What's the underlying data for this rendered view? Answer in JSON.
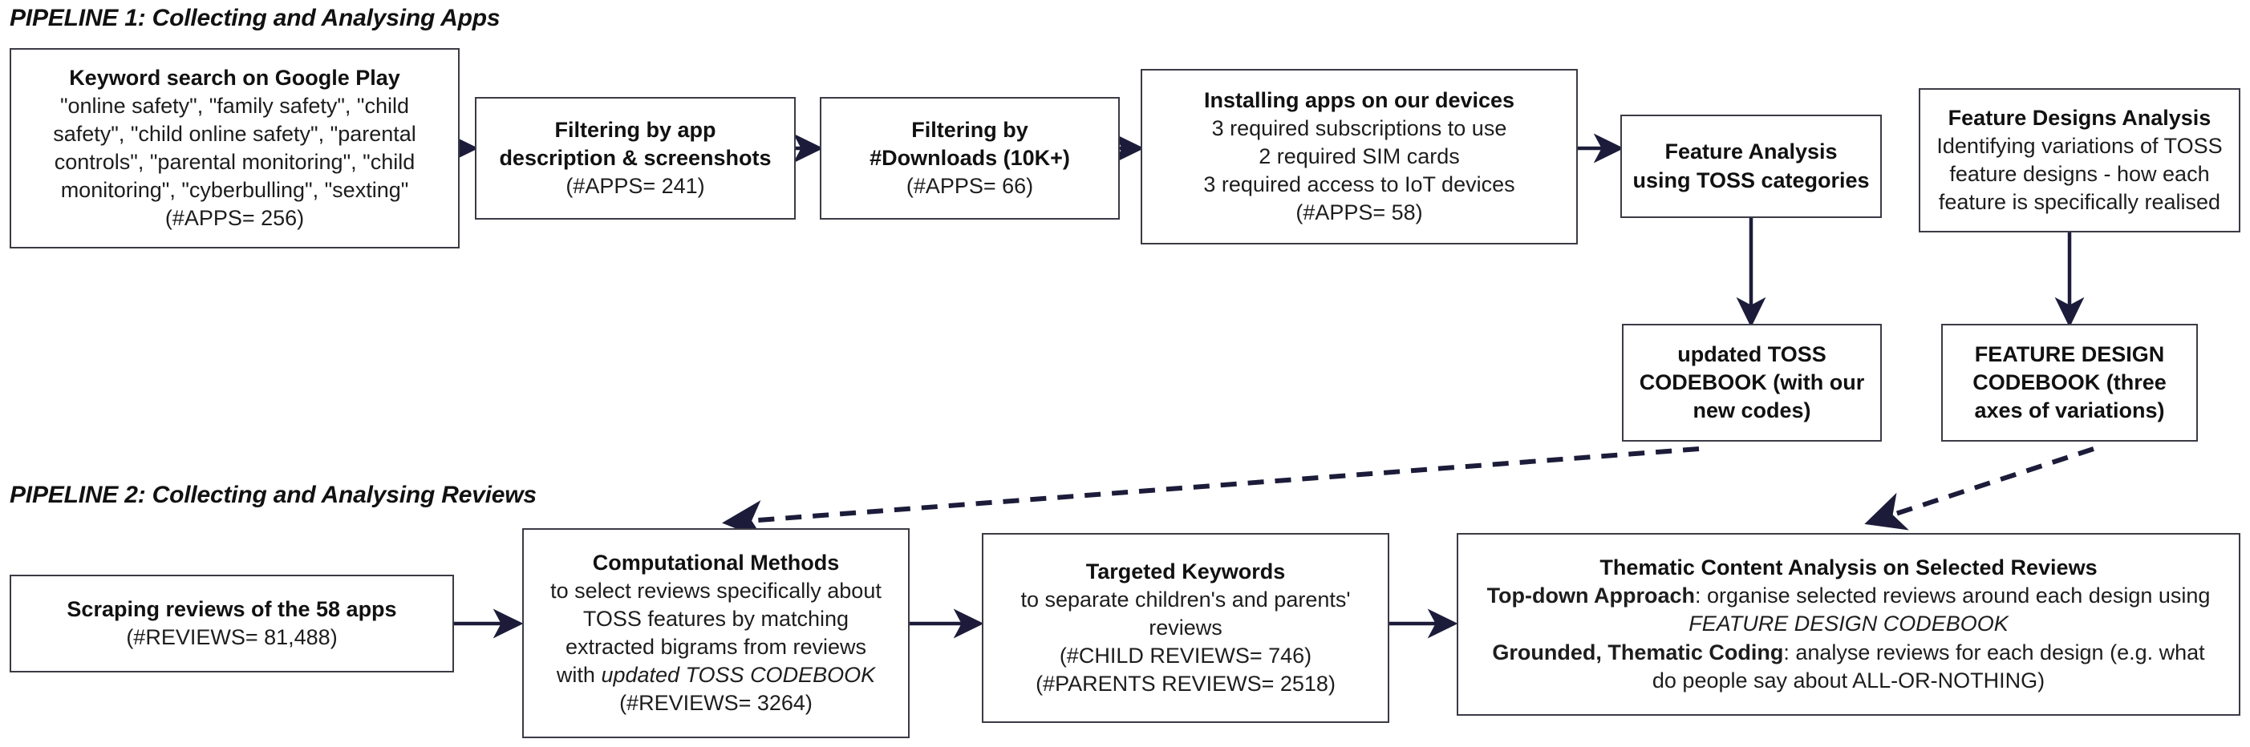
{
  "pipelines": [
    {
      "id": "pipeline-1",
      "title": "PIPELINE 1: Collecting and Analysing Apps"
    },
    {
      "id": "pipeline-2",
      "title": "PIPELINE 2: Collecting and Analysing Reviews"
    }
  ],
  "colors": {
    "box_border": "#3b3b46",
    "arrow": "#1c1c3a",
    "text": "#1a1a1a",
    "background": "#ffffff"
  },
  "nodes": {
    "keyword_search": {
      "title": "Keyword search on Google Play",
      "lines": [
        "\"online safety\", \"family safety\", \"child",
        "safety\", \"child online safety\", \"parental",
        "controls\", \"parental monitoring\", \"child",
        "monitoring\", \"cyberbulling\", \"sexting\"",
        "(#APPS= 256)"
      ]
    },
    "filter_description": {
      "title_lines": [
        "Filtering by app",
        "description & screenshots"
      ],
      "lines": [
        "(#APPS= 241)"
      ]
    },
    "filter_downloads": {
      "title_lines": [
        "Filtering by",
        "#Downloads (10K+)"
      ],
      "lines": [
        "(#APPS= 66)"
      ]
    },
    "installing_apps": {
      "title": "Installing apps on our devices",
      "lines": [
        "3 required subscriptions to use",
        "2 required SIM cards",
        "3 required access to IoT devices",
        "(#APPS= 58)"
      ]
    },
    "feature_analysis": {
      "title_lines": [
        "Feature Analysis",
        "using TOSS categories"
      ],
      "lines": []
    },
    "feature_designs_analysis": {
      "title": "Feature Designs Analysis",
      "lines": [
        "Identifying variations of TOSS",
        "feature designs - how each",
        "feature is specifically realised"
      ]
    },
    "toss_codebook": {
      "title_lines": [
        "updated TOSS",
        "CODEBOOK (with our",
        "new codes)"
      ],
      "lines": []
    },
    "feature_design_codebook": {
      "title_lines": [
        "FEATURE DESIGN",
        "CODEBOOK (three",
        "axes of variations)"
      ],
      "lines": []
    },
    "scraping_reviews": {
      "title": "Scraping reviews of the 58 apps",
      "lines": [
        "(#REVIEWS= 81,488)"
      ]
    },
    "computational_methods": {
      "title": "Computational Methods",
      "lines": [
        "to select reviews specifically about",
        "TOSS features by matching",
        "extracted bigrams from reviews",
        "(#REVIEWS= 3264)"
      ],
      "line_with_italic": {
        "prefix": "with ",
        "italic": "updated TOSS CODEBOOK"
      }
    },
    "targeted_keywords": {
      "title": "Targeted Keywords",
      "lines": [
        "to separate children's and parents'",
        "reviews",
        "(#CHILD REVIEWS= 746)",
        "(#PARENTS REVIEWS= 2518)"
      ]
    },
    "thematic_analysis": {
      "title": "Thematic Content Analysis on Selected Reviews",
      "topdown_label": "Top-down Approach",
      "topdown_rest": ": organise selected reviews around each design using",
      "topdown_italic": "FEATURE DESIGN CODEBOOK",
      "grounded_label": "Grounded, Thematic Coding",
      "grounded_rest": ": analyse reviews for each design (e.g. what",
      "grounded_line2": "do people say about ALL-OR-NOTHING)"
    }
  },
  "connectors": [
    {
      "name": "keyword-to-filter-description",
      "style": "solid"
    },
    {
      "name": "filter-description-to-filter-downloads",
      "style": "solid"
    },
    {
      "name": "filter-downloads-to-installing",
      "style": "solid"
    },
    {
      "name": "installing-to-feature-analysis",
      "style": "solid"
    },
    {
      "name": "feature-analysis-to-toss-codebook",
      "style": "solid"
    },
    {
      "name": "feature-designs-to-feature-design-codebook",
      "style": "solid"
    },
    {
      "name": "scraping-to-computational-methods",
      "style": "solid"
    },
    {
      "name": "computational-methods-to-targeted-keywords",
      "style": "solid"
    },
    {
      "name": "targeted-keywords-to-thematic-analysis",
      "style": "solid"
    },
    {
      "name": "toss-codebook-to-computational-methods",
      "style": "dashed"
    },
    {
      "name": "feature-design-codebook-to-thematic-analysis",
      "style": "dashed"
    }
  ]
}
